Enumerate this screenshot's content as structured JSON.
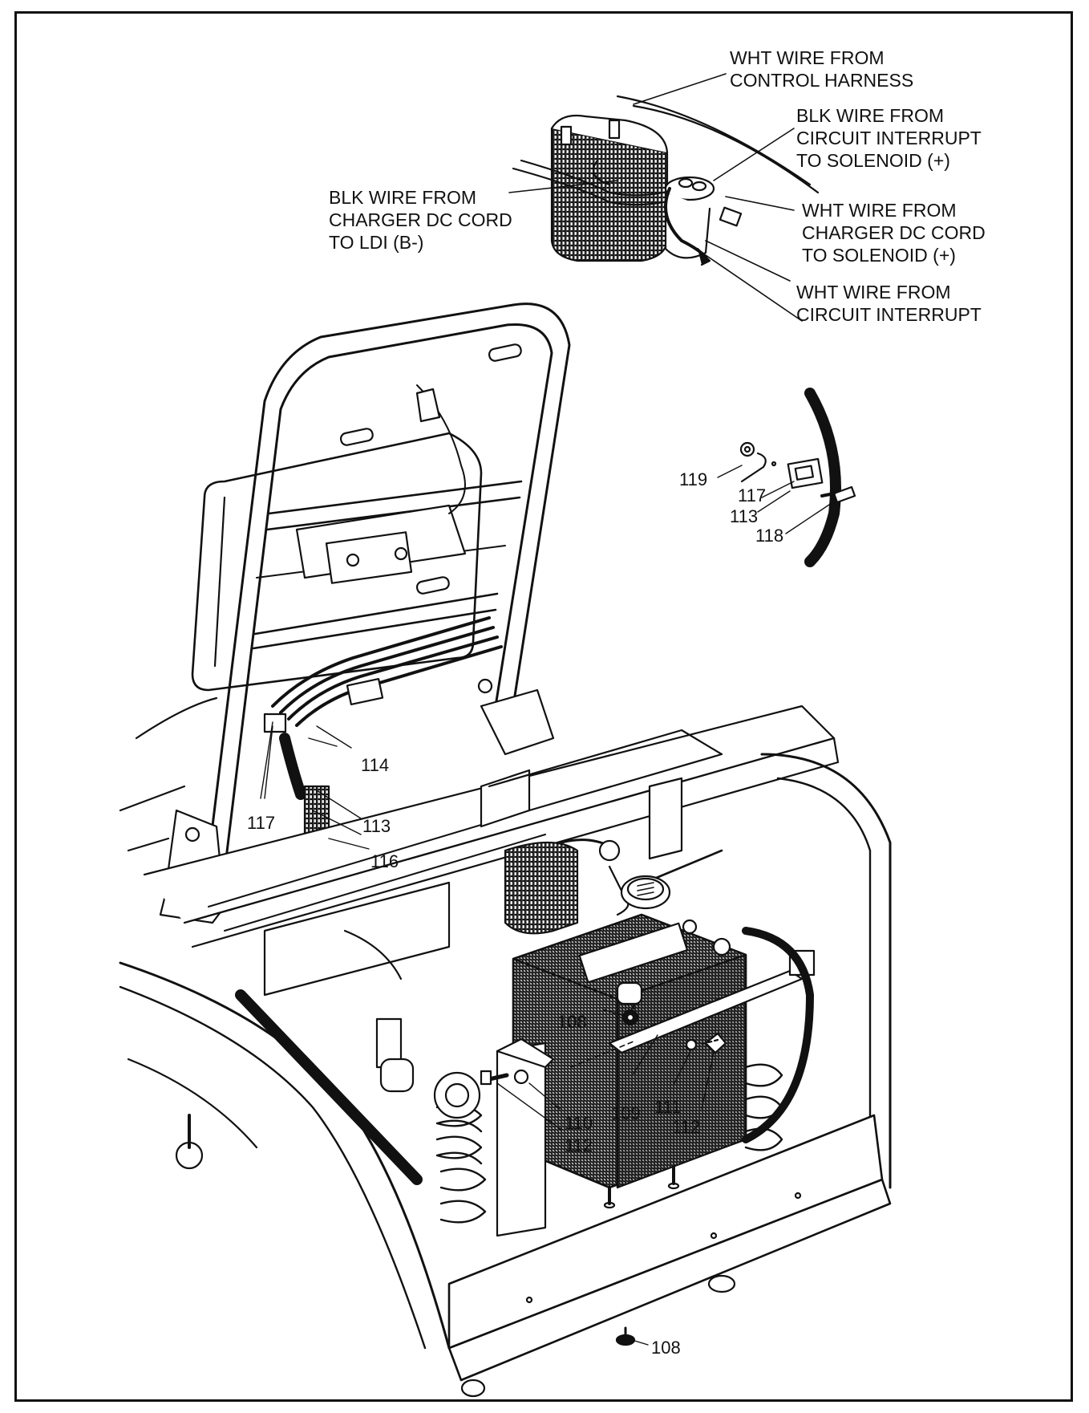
{
  "callouts": {
    "wht_control": [
      "WHT WIRE FROM",
      "CONTROL HARNESS"
    ],
    "blk_circuit": [
      "BLK WIRE FROM",
      "CIRCUIT INTERRUPT",
      "TO SOLENOID (+)"
    ],
    "blk_charger": [
      "BLK WIRE FROM",
      "CHARGER DC CORD",
      "TO LDI (B-)"
    ],
    "wht_charger": [
      "WHT WIRE FROM",
      "CHARGER DC CORD",
      "TO SOLENOID (+)"
    ],
    "wht_circuit": [
      "WHT WIRE FROM",
      "CIRCUIT INTERRUPT"
    ]
  },
  "parts": {
    "p119": "119",
    "p117a": "117",
    "p113a": "113",
    "p118": "118",
    "p114": "114",
    "p117b": "117",
    "p113b": "113",
    "p116": "116",
    "p108a": "108",
    "p109": "109",
    "p111": "111",
    "p110": "110",
    "p112a": "112",
    "p112b": "112",
    "p108b": "108"
  }
}
